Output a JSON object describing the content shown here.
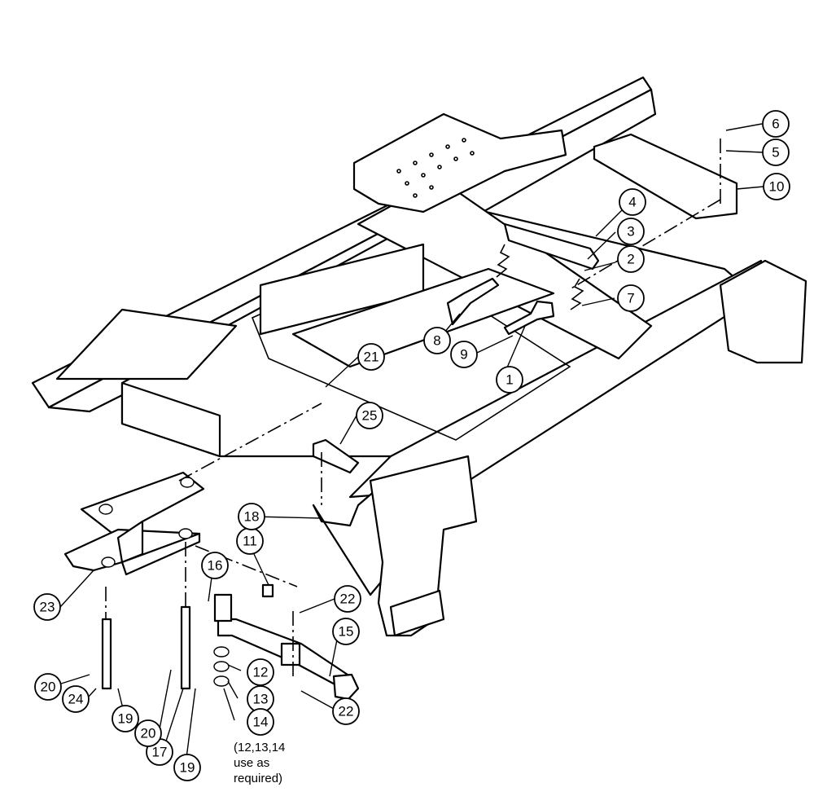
{
  "callouts": [
    {
      "id": "c1",
      "label": "1"
    },
    {
      "id": "c2",
      "label": "2"
    },
    {
      "id": "c3",
      "label": "3"
    },
    {
      "id": "c4",
      "label": "4"
    },
    {
      "id": "c5",
      "label": "5"
    },
    {
      "id": "c6",
      "label": "6"
    },
    {
      "id": "c7",
      "label": "7"
    },
    {
      "id": "c8",
      "label": "8"
    },
    {
      "id": "c9",
      "label": "9"
    },
    {
      "id": "c10",
      "label": "10"
    },
    {
      "id": "c11",
      "label": "11"
    },
    {
      "id": "c12",
      "label": "12"
    },
    {
      "id": "c13",
      "label": "13"
    },
    {
      "id": "c14",
      "label": "14"
    },
    {
      "id": "c15",
      "label": "15"
    },
    {
      "id": "c16",
      "label": "16"
    },
    {
      "id": "c17",
      "label": "17"
    },
    {
      "id": "c18",
      "label": "18"
    },
    {
      "id": "c19a",
      "label": "19"
    },
    {
      "id": "c19b",
      "label": "19"
    },
    {
      "id": "c20a",
      "label": "20"
    },
    {
      "id": "c20b",
      "label": "20"
    },
    {
      "id": "c21",
      "label": "21"
    },
    {
      "id": "c22a",
      "label": "22"
    },
    {
      "id": "c22b",
      "label": "22"
    },
    {
      "id": "c23",
      "label": "23"
    },
    {
      "id": "c24",
      "label": "24"
    },
    {
      "id": "c25",
      "label": "25"
    }
  ],
  "note": {
    "line1": "(12,13,14",
    "line2": "use as",
    "line3": "required)"
  }
}
